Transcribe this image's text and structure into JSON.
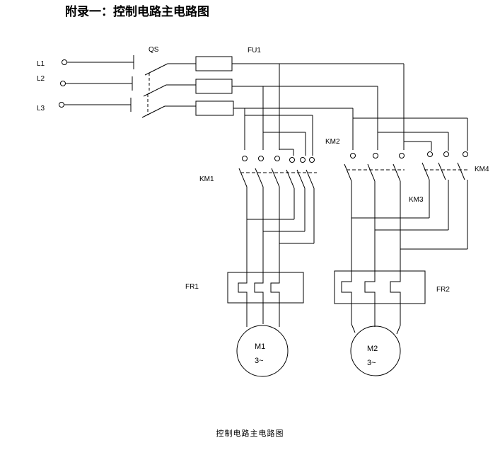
{
  "title": "附录一：控制电路主电路图",
  "caption": "控制电路主电路图",
  "labels": {
    "l1": "L1",
    "l2": "L2",
    "l3": "L3",
    "qs": "QS",
    "fu1": "FU1",
    "km1": "KM1",
    "km2": "KM2",
    "km3": "KM3",
    "km4": "KM4",
    "fr1": "FR1",
    "fr2": "FR2",
    "m1": "M1",
    "m1_phase": "3~",
    "m2": "M2",
    "m2_phase": "3~"
  }
}
